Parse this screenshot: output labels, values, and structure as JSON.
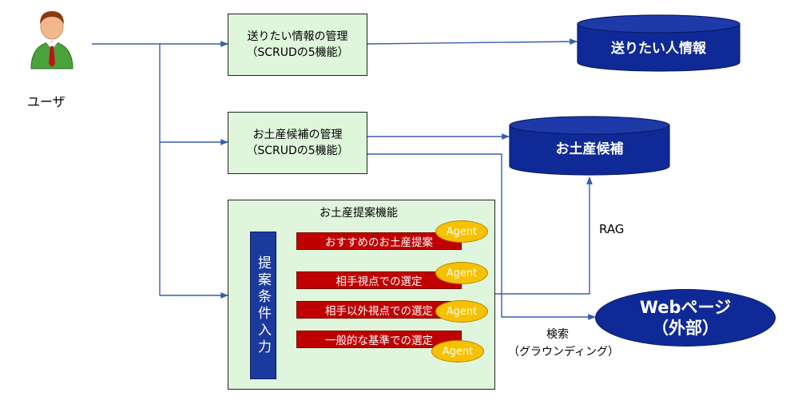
{
  "user": {
    "label": "ユーザ"
  },
  "boxes": {
    "send_info": {
      "line1": "送りたい情報の管理",
      "line2": "（SCRUDの5機能）"
    },
    "souvenir": {
      "line1": "お土産候補の管理",
      "line2": "（SCRUDの5機能）"
    }
  },
  "proposal": {
    "title": "お土産提案機能",
    "input_label": "提案条件入力",
    "bars": [
      {
        "label": "おすすめのお土産提案"
      },
      {
        "label": "相手視点での選定"
      },
      {
        "label": "相手以外視点での選定"
      },
      {
        "label": "一般的な基準での選定"
      }
    ],
    "agent_label": "Agent"
  },
  "databases": {
    "send_people": "送りたい人情報",
    "souvenir_candidates": "お土産候補"
  },
  "web": {
    "line1": "Webページ",
    "line2": "（外部）"
  },
  "edge_labels": {
    "rag": "RAG",
    "search": "検索",
    "grounding": "（グラウンディング）"
  },
  "colors": {
    "line": "#3a5cb0",
    "db_fill": "#0f2a96",
    "green_box": "#dff5dc",
    "red_bar": "#c00000",
    "agent": "#f7c100"
  }
}
